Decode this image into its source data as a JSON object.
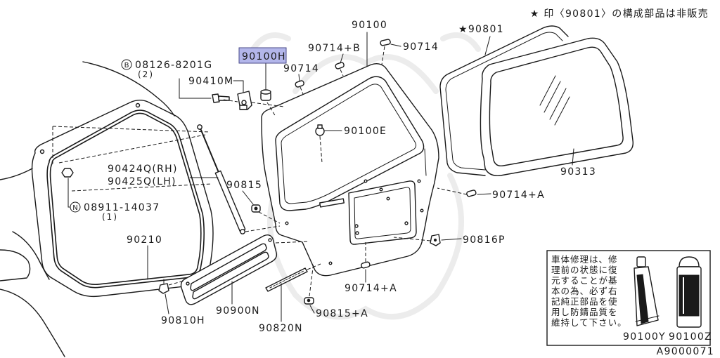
{
  "note_top": "★ 印〈90801〉の構成部品は非販売",
  "labels": {
    "p90100": "90100",
    "p90801": "★90801",
    "p90100H": "90100H",
    "p90714B": "90714+B",
    "p90714_top": "90714",
    "p90714_mid": "90714",
    "bolt_mark": "B",
    "bolt_code": "08126-8201G",
    "bolt_qty": "(2)",
    "p90410M": "90410M",
    "p90100E": "90100E",
    "p90424Q": "90424Q(RH)",
    "p90425Q": "90425Q(LH)",
    "p90815": "90815",
    "p90313": "90313",
    "p90714A_right": "90714+A",
    "nut_mark": "N",
    "nut_code": "08911-14037",
    "nut_qty": "(1)",
    "p90210": "90210",
    "p90816P": "90816P",
    "p90714A_bottom": "90714+A",
    "p90810H": "90810H",
    "p90900N": "90900N",
    "p90815A": "90815+A",
    "p90820N": "90820N"
  },
  "repair_note": {
    "lines": [
      "車体修理は、修",
      "理前の状態に復",
      "元することが基",
      "本の為、必ず右",
      "記純正部品を使",
      "用し防錆品質を",
      "維持して下さい。"
    ],
    "p90100Y": "90100Y",
    "p90100Z": "90100Z"
  },
  "diagram_id": "A9000071",
  "colors": {
    "ink": "#1a1a1a",
    "highlight": "#b3b6ea",
    "highlight_border": "#4a4a8a",
    "watermark": "#ececec"
  }
}
